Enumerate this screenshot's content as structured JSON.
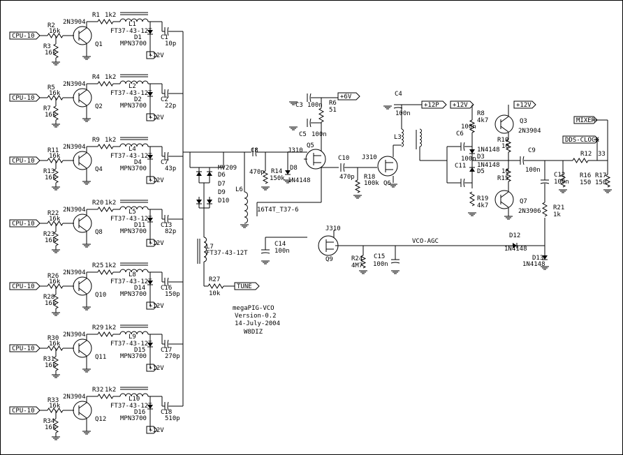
{
  "stages": [
    {
      "port": "CPU-10",
      "rb": "R2",
      "rbv": "16k",
      "rbe": "R3",
      "rbev": "16k",
      "q": "Q1",
      "qt": "2N3904",
      "rc": "R1",
      "rcv": "1k2",
      "l": "L1",
      "lt": "FT37-43-12T",
      "d": "D1",
      "dt": "MPN3700",
      "c": "C1",
      "cv": "10p",
      "pwr": "+12V"
    },
    {
      "port": "CPU-10",
      "rb": "R5",
      "rbv": "16k",
      "rbe": "R7",
      "rbev": "16k",
      "q": "Q2",
      "qt": "2N3904",
      "rc": "R4",
      "rcv": "1k2",
      "l": "L2",
      "lt": "FT37-43-12T",
      "d": "D2",
      "dt": "MPN3700",
      "c": "C2",
      "cv": "22p",
      "pwr": "+12V"
    },
    {
      "port": "CPU-10",
      "rb": "R11",
      "rbv": "16k",
      "rbe": "R13",
      "rbev": "16k",
      "q": "Q4",
      "qt": "2N3904",
      "rc": "R9",
      "rcv": "1k2",
      "l": "L4",
      "lt": "FT37-43-12T",
      "d": "D4",
      "dt": "MPN3700",
      "c": "C7",
      "cv": "43p",
      "pwr": "+12V"
    },
    {
      "port": "CPU-10",
      "rb": "R22",
      "rbv": "16k",
      "rbe": "R23",
      "rbev": "16k",
      "q": "Q8",
      "qt": "2N3904",
      "rc": "R20",
      "rcv": "1k2",
      "l": "L5",
      "lt": "FT37-43-12T",
      "d": "D11",
      "dt": "MPN3700",
      "c": "C13",
      "cv": "82p",
      "pwr": "+12V"
    },
    {
      "port": "CPU-10",
      "rb": "R26",
      "rbv": "16k",
      "rbe": "R28",
      "rbev": "16k",
      "q": "Q10",
      "qt": "2N3904",
      "rc": "R25",
      "rcv": "1k2",
      "l": "L8",
      "lt": "FT37-43-12T",
      "d": "D14",
      "dt": "MPN3700",
      "c": "C16",
      "cv": "150p",
      "pwr": "+12V"
    },
    {
      "port": "CPU-10",
      "rb": "R30",
      "rbv": "16k",
      "rbe": "R31",
      "rbev": "16k",
      "q": "Q11",
      "qt": "2N3904",
      "rc": "R29",
      "rcv": "1k2",
      "l": "L9",
      "lt": "FT37-43-12T",
      "d": "D15",
      "dt": "MPN3700",
      "c": "C17",
      "cv": "270p",
      "pwr": "+12V"
    },
    {
      "port": "CPU-10",
      "rb": "R33",
      "rbv": "16k",
      "rbe": "R34",
      "rbev": "16k",
      "q": "Q12",
      "qt": "2N3904",
      "rc": "R32",
      "rcv": "1k2",
      "l": "L10",
      "lt": "FT37-43-12T",
      "d": "D16",
      "dt": "MPN3700",
      "c": "C18",
      "cv": "510p",
      "pwr": "+12V"
    }
  ],
  "labels": [
    {
      "id": "mv209",
      "t": "MV209"
    },
    {
      "id": "d6",
      "t": "D6"
    },
    {
      "id": "d7",
      "t": "D7"
    },
    {
      "id": "d9",
      "t": "D9"
    },
    {
      "id": "d10",
      "t": "D10"
    },
    {
      "id": "l6",
      "t": "L6"
    },
    {
      "id": "l6t",
      "t": "16T4T_T37-6"
    },
    {
      "id": "l7",
      "t": "L7"
    },
    {
      "id": "l7t",
      "t": "FT37-43-12T"
    },
    {
      "id": "r27",
      "t": "R27"
    },
    {
      "id": "r27v",
      "t": "10k"
    },
    {
      "id": "c8",
      "t": "C8"
    },
    {
      "id": "c8v",
      "t": "470p"
    },
    {
      "id": "r14",
      "t": "R14"
    },
    {
      "id": "r14v",
      "t": "150k"
    },
    {
      "id": "d8",
      "t": "D8"
    },
    {
      "id": "d8t",
      "t": "1N4148"
    },
    {
      "id": "q5t",
      "t": "J310"
    },
    {
      "id": "q5",
      "t": "Q5"
    },
    {
      "id": "c3",
      "t": "C3"
    },
    {
      "id": "c3v",
      "t": "100n"
    },
    {
      "id": "c5",
      "t": "C5"
    },
    {
      "id": "c5v",
      "t": "100n"
    },
    {
      "id": "r6",
      "t": "R6"
    },
    {
      "id": "r6v",
      "t": "51"
    },
    {
      "id": "c10",
      "t": "C10"
    },
    {
      "id": "c10v",
      "t": "470p"
    },
    {
      "id": "r18",
      "t": "R18"
    },
    {
      "id": "r18v",
      "t": "100k"
    },
    {
      "id": "q6t",
      "t": "J310"
    },
    {
      "id": "q6",
      "t": "Q6"
    },
    {
      "id": "c4",
      "t": "C4"
    },
    {
      "id": "c4v",
      "t": "100n"
    },
    {
      "id": "l3",
      "t": "L3"
    },
    {
      "id": "c6",
      "t": "C6"
    },
    {
      "id": "c6v",
      "t": "100n"
    },
    {
      "id": "c11",
      "t": "C11"
    },
    {
      "id": "c11v",
      "t": "100n"
    },
    {
      "id": "r8",
      "t": "R8"
    },
    {
      "id": "r8v",
      "t": "4k7"
    },
    {
      "id": "d3t",
      "t": "1N4148"
    },
    {
      "id": "d3",
      "t": "D3"
    },
    {
      "id": "d5t",
      "t": "1N4148"
    },
    {
      "id": "d5",
      "t": "D5"
    },
    {
      "id": "r19",
      "t": "R19"
    },
    {
      "id": "r19v",
      "t": "4k7"
    },
    {
      "id": "q3",
      "t": "Q3"
    },
    {
      "id": "q3t",
      "t": "2N3904"
    },
    {
      "id": "r10",
      "t": "R10"
    },
    {
      "id": "r10v",
      "t": "10"
    },
    {
      "id": "r15",
      "t": "R15"
    },
    {
      "id": "r15v",
      "t": "10"
    },
    {
      "id": "q7",
      "t": "Q7"
    },
    {
      "id": "q7t",
      "t": "2N3906"
    },
    {
      "id": "c9",
      "t": "C9"
    },
    {
      "id": "c9v",
      "t": "100n"
    },
    {
      "id": "c12",
      "t": "C12"
    },
    {
      "id": "c12v",
      "t": "100n"
    },
    {
      "id": "r12",
      "t": "R12"
    },
    {
      "id": "r12v",
      "t": "33"
    },
    {
      "id": "r16",
      "t": "R16"
    },
    {
      "id": "r16v",
      "t": "150"
    },
    {
      "id": "r17",
      "t": "R17"
    },
    {
      "id": "r17v",
      "t": "150"
    },
    {
      "id": "r21",
      "t": "R21"
    },
    {
      "id": "r21v",
      "t": "1k"
    },
    {
      "id": "d12",
      "t": "D12"
    },
    {
      "id": "d12t",
      "t": "1N4148"
    },
    {
      "id": "d13",
      "t": "D13"
    },
    {
      "id": "d13t",
      "t": "1N4148"
    },
    {
      "id": "q9t",
      "t": "J310"
    },
    {
      "id": "q9",
      "t": "Q9"
    },
    {
      "id": "c14",
      "t": "C14"
    },
    {
      "id": "c14v",
      "t": "100n"
    },
    {
      "id": "r24",
      "t": "R24"
    },
    {
      "id": "r24v",
      "t": "4M7"
    },
    {
      "id": "c15",
      "t": "C15"
    },
    {
      "id": "c15v",
      "t": "100n"
    },
    {
      "id": "vcoagc",
      "t": "VCO-AGC"
    },
    {
      "id": "t1",
      "t": "megaPIG-VCO"
    },
    {
      "id": "t2",
      "t": "Version-0.2"
    },
    {
      "id": "t3",
      "t": "14-July-2004"
    },
    {
      "id": "t4",
      "t": "W8DIZ"
    }
  ],
  "ports": {
    "p6v": "+6V",
    "p12p": "+12P",
    "p12v_a": "+12V",
    "p12v_b": "+12V",
    "mixer": "MIXER",
    "dds": "DDS-CLOCK",
    "tune": "TUNE"
  }
}
